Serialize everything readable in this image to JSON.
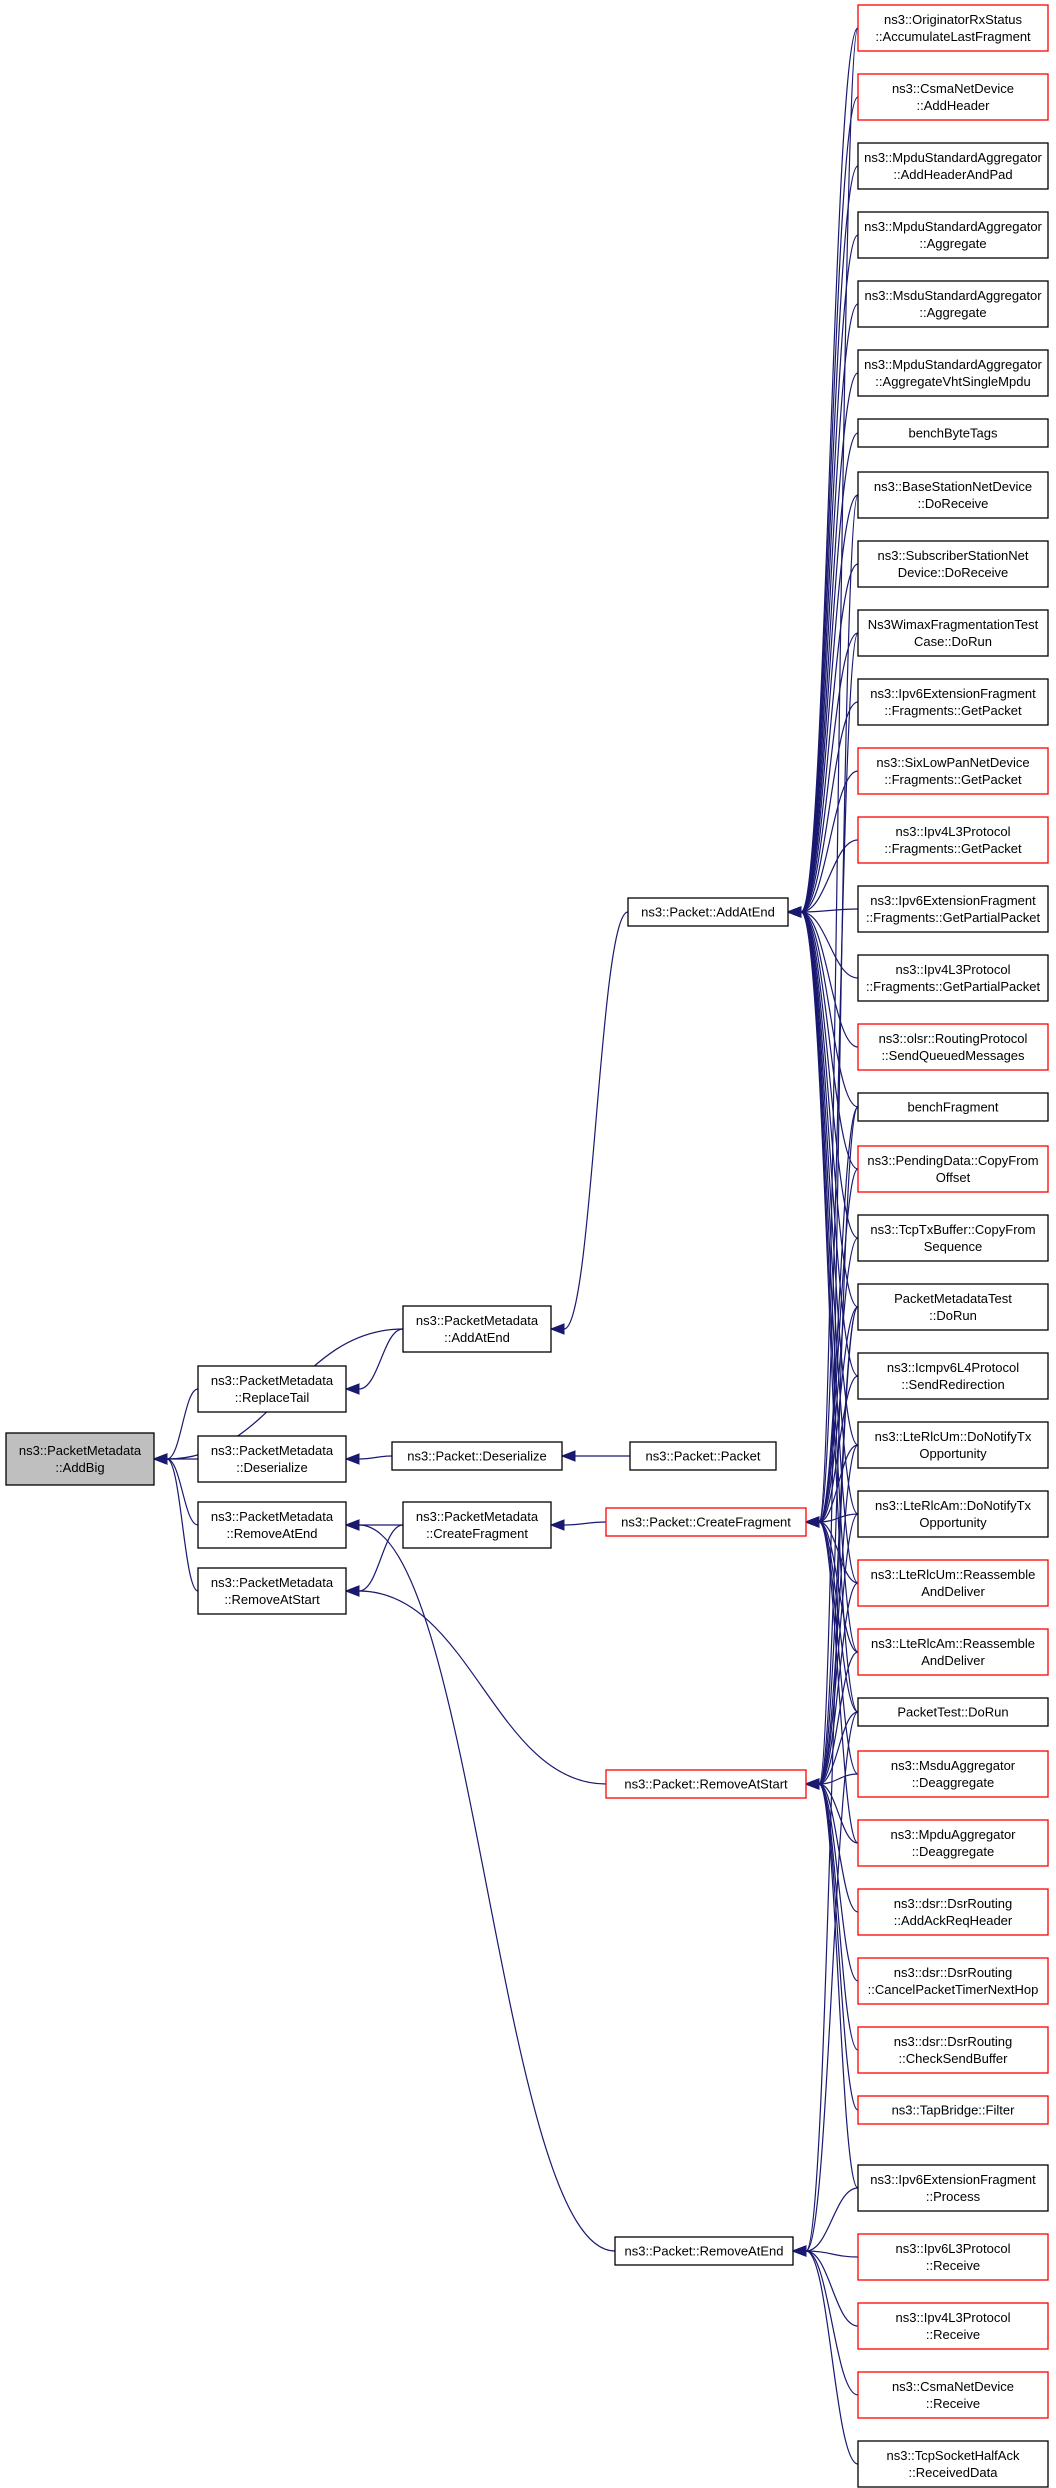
{
  "diagram": {
    "colors": {
      "edge": "#191970",
      "border_black": "#000000",
      "border_red": "#ff0000",
      "root_fill": "#bfbfbf"
    },
    "nodes": [
      {
        "id": "addbig",
        "lines": [
          "ns3::PacketMetadata",
          "::AddBig"
        ],
        "border": "black",
        "root": true
      },
      {
        "id": "pm_replacetail",
        "lines": [
          "ns3::PacketMetadata",
          "::ReplaceTail"
        ],
        "border": "black"
      },
      {
        "id": "pm_deserialize",
        "lines": [
          "ns3::PacketMetadata",
          "::Deserialize"
        ],
        "border": "black"
      },
      {
        "id": "pm_removeatend",
        "lines": [
          "ns3::PacketMetadata",
          "::RemoveAtEnd"
        ],
        "border": "black"
      },
      {
        "id": "pm_removeatstart",
        "lines": [
          "ns3::PacketMetadata",
          "::RemoveAtStart"
        ],
        "border": "black"
      },
      {
        "id": "pm_addatend",
        "lines": [
          "ns3::PacketMetadata",
          "::AddAtEnd"
        ],
        "border": "black"
      },
      {
        "id": "p_deserialize",
        "lines": [
          "ns3::Packet::Deserialize"
        ],
        "border": "black"
      },
      {
        "id": "pm_createfragment",
        "lines": [
          "ns3::PacketMetadata",
          "::CreateFragment"
        ],
        "border": "black"
      },
      {
        "id": "p_addatend",
        "lines": [
          "ns3::Packet::AddAtEnd"
        ],
        "border": "black"
      },
      {
        "id": "p_packet",
        "lines": [
          "ns3::Packet::Packet"
        ],
        "border": "black"
      },
      {
        "id": "p_createfragment",
        "lines": [
          "ns3::Packet::CreateFragment"
        ],
        "border": "red"
      },
      {
        "id": "p_removeatstart",
        "lines": [
          "ns3::Packet::RemoveAtStart"
        ],
        "border": "red"
      },
      {
        "id": "p_removeatend",
        "lines": [
          "ns3::Packet::RemoveAtEnd"
        ],
        "border": "black"
      },
      {
        "id": "r0",
        "lines": [
          "ns3::OriginatorRxStatus",
          "::AccumulateLastFragment"
        ],
        "border": "red"
      },
      {
        "id": "r1",
        "lines": [
          "ns3::CsmaNetDevice",
          "::AddHeader"
        ],
        "border": "red"
      },
      {
        "id": "r2",
        "lines": [
          "ns3::MpduStandardAggregator",
          "::AddHeaderAndPad"
        ],
        "border": "black"
      },
      {
        "id": "r3",
        "lines": [
          "ns3::MpduStandardAggregator",
          "::Aggregate"
        ],
        "border": "black"
      },
      {
        "id": "r4",
        "lines": [
          "ns3::MsduStandardAggregator",
          "::Aggregate"
        ],
        "border": "black"
      },
      {
        "id": "r5",
        "lines": [
          "ns3::MpduStandardAggregator",
          "::AggregateVhtSingleMpdu"
        ],
        "border": "black"
      },
      {
        "id": "r6",
        "lines": [
          "benchByteTags"
        ],
        "border": "black"
      },
      {
        "id": "r7",
        "lines": [
          "ns3::BaseStationNetDevice",
          "::DoReceive"
        ],
        "border": "black"
      },
      {
        "id": "r8",
        "lines": [
          "ns3::SubscriberStationNet",
          "Device::DoReceive"
        ],
        "border": "black"
      },
      {
        "id": "r9",
        "lines": [
          "Ns3WimaxFragmentationTest",
          "Case::DoRun"
        ],
        "border": "black"
      },
      {
        "id": "r10",
        "lines": [
          "ns3::Ipv6ExtensionFragment",
          "::Fragments::GetPacket"
        ],
        "border": "black"
      },
      {
        "id": "r11",
        "lines": [
          "ns3::SixLowPanNetDevice",
          "::Fragments::GetPacket"
        ],
        "border": "red"
      },
      {
        "id": "r12",
        "lines": [
          "ns3::Ipv4L3Protocol",
          "::Fragments::GetPacket"
        ],
        "border": "red"
      },
      {
        "id": "r13",
        "lines": [
          "ns3::Ipv6ExtensionFragment",
          "::Fragments::GetPartialPacket"
        ],
        "border": "black"
      },
      {
        "id": "r14",
        "lines": [
          "ns3::Ipv4L3Protocol",
          "::Fragments::GetPartialPacket"
        ],
        "border": "black"
      },
      {
        "id": "r15",
        "lines": [
          "ns3::olsr::RoutingProtocol",
          "::SendQueuedMessages"
        ],
        "border": "red"
      },
      {
        "id": "r16",
        "lines": [
          "benchFragment"
        ],
        "border": "black"
      },
      {
        "id": "r17",
        "lines": [
          "ns3::PendingData::CopyFrom",
          "Offset"
        ],
        "border": "red"
      },
      {
        "id": "r18",
        "lines": [
          "ns3::TcpTxBuffer::CopyFrom",
          "Sequence"
        ],
        "border": "black"
      },
      {
        "id": "r19",
        "lines": [
          "PacketMetadataTest",
          "::DoRun"
        ],
        "border": "black"
      },
      {
        "id": "r20",
        "lines": [
          "ns3::Icmpv6L4Protocol",
          "::SendRedirection"
        ],
        "border": "black"
      },
      {
        "id": "r21",
        "lines": [
          "ns3::LteRlcUm::DoNotifyTx",
          "Opportunity"
        ],
        "border": "black"
      },
      {
        "id": "r22",
        "lines": [
          "ns3::LteRlcAm::DoNotifyTx",
          "Opportunity"
        ],
        "border": "black"
      },
      {
        "id": "r23",
        "lines": [
          "ns3::LteRlcUm::Reassemble",
          "AndDeliver"
        ],
        "border": "red"
      },
      {
        "id": "r24",
        "lines": [
          "ns3::LteRlcAm::Reassemble",
          "AndDeliver"
        ],
        "border": "red"
      },
      {
        "id": "r25",
        "lines": [
          "PacketTest::DoRun"
        ],
        "border": "black"
      },
      {
        "id": "r26",
        "lines": [
          "ns3::MsduAggregator",
          "::Deaggregate"
        ],
        "border": "red"
      },
      {
        "id": "r27",
        "lines": [
          "ns3::MpduAggregator",
          "::Deaggregate"
        ],
        "border": "red"
      },
      {
        "id": "r28",
        "lines": [
          "ns3::dsr::DsrRouting",
          "::AddAckReqHeader"
        ],
        "border": "red"
      },
      {
        "id": "r29",
        "lines": [
          "ns3::dsr::DsrRouting",
          "::CancelPacketTimerNextHop"
        ],
        "border": "red"
      },
      {
        "id": "r30",
        "lines": [
          "ns3::dsr::DsrRouting",
          "::CheckSendBuffer"
        ],
        "border": "red"
      },
      {
        "id": "r31",
        "lines": [
          "ns3::TapBridge::Filter"
        ],
        "border": "red"
      },
      {
        "id": "r32",
        "lines": [
          "ns3::Ipv6ExtensionFragment",
          "::Process"
        ],
        "border": "black"
      },
      {
        "id": "r33",
        "lines": [
          "ns3::Ipv6L3Protocol",
          "::Receive"
        ],
        "border": "red"
      },
      {
        "id": "r34",
        "lines": [
          "ns3::Ipv4L3Protocol",
          "::Receive"
        ],
        "border": "red"
      },
      {
        "id": "r35",
        "lines": [
          "ns3::CsmaNetDevice",
          "::Receive"
        ],
        "border": "red"
      },
      {
        "id": "r36",
        "lines": [
          "ns3::TcpSocketHalfAck",
          "::ReceivedData"
        ],
        "border": "black"
      }
    ],
    "edges": [
      [
        "pm_addatend",
        "addbig"
      ],
      [
        "pm_replacetail",
        "addbig"
      ],
      [
        "pm_deserialize",
        "addbig"
      ],
      [
        "pm_removeatend",
        "addbig"
      ],
      [
        "pm_removeatstart",
        "addbig"
      ],
      [
        "p_addatend",
        "pm_addatend"
      ],
      [
        "pm_addatend",
        "pm_replacetail"
      ],
      [
        "p_deserialize",
        "pm_deserialize"
      ],
      [
        "p_packet",
        "p_deserialize"
      ],
      [
        "pm_createfragment",
        "pm_removeatend"
      ],
      [
        "p_removeatend",
        "pm_removeatend"
      ],
      [
        "pm_createfragment",
        "pm_removeatstart"
      ],
      [
        "p_removeatstart",
        "pm_removeatstart"
      ],
      [
        "p_createfragment",
        "pm_createfragment"
      ],
      [
        "r0",
        "p_addatend"
      ],
      [
        "r1",
        "p_addatend"
      ],
      [
        "r2",
        "p_addatend"
      ],
      [
        "r3",
        "p_addatend"
      ],
      [
        "r4",
        "p_addatend"
      ],
      [
        "r5",
        "p_addatend"
      ],
      [
        "r6",
        "p_addatend"
      ],
      [
        "r7",
        "p_addatend"
      ],
      [
        "r8",
        "p_addatend"
      ],
      [
        "r9",
        "p_addatend"
      ],
      [
        "r10",
        "p_addatend"
      ],
      [
        "r11",
        "p_addatend"
      ],
      [
        "r12",
        "p_addatend"
      ],
      [
        "r13",
        "p_addatend"
      ],
      [
        "r14",
        "p_addatend"
      ],
      [
        "r15",
        "p_addatend"
      ],
      [
        "r16",
        "p_addatend"
      ],
      [
        "r17",
        "p_addatend"
      ],
      [
        "r18",
        "p_addatend"
      ],
      [
        "r19",
        "p_addatend"
      ],
      [
        "r20",
        "p_addatend"
      ],
      [
        "r21",
        "p_addatend"
      ],
      [
        "r22",
        "p_addatend"
      ],
      [
        "r23",
        "p_addatend"
      ],
      [
        "r24",
        "p_addatend"
      ],
      [
        "r25",
        "p_addatend"
      ],
      [
        "r0",
        "p_createfragment"
      ],
      [
        "r9",
        "p_createfragment"
      ],
      [
        "r16",
        "p_createfragment"
      ],
      [
        "r17",
        "p_createfragment"
      ],
      [
        "r18",
        "p_createfragment"
      ],
      [
        "r19",
        "p_createfragment"
      ],
      [
        "r20",
        "p_createfragment"
      ],
      [
        "r21",
        "p_createfragment"
      ],
      [
        "r22",
        "p_createfragment"
      ],
      [
        "r23",
        "p_createfragment"
      ],
      [
        "r24",
        "p_createfragment"
      ],
      [
        "r25",
        "p_createfragment"
      ],
      [
        "r26",
        "p_createfragment"
      ],
      [
        "r27",
        "p_createfragment"
      ],
      [
        "r7",
        "p_removeatstart"
      ],
      [
        "r16",
        "p_removeatstart"
      ],
      [
        "r19",
        "p_removeatstart"
      ],
      [
        "r21",
        "p_removeatstart"
      ],
      [
        "r22",
        "p_removeatstart"
      ],
      [
        "r23",
        "p_removeatstart"
      ],
      [
        "r24",
        "p_removeatstart"
      ],
      [
        "r25",
        "p_removeatstart"
      ],
      [
        "r26",
        "p_removeatstart"
      ],
      [
        "r27",
        "p_removeatstart"
      ],
      [
        "r28",
        "p_removeatstart"
      ],
      [
        "r29",
        "p_removeatstart"
      ],
      [
        "r30",
        "p_removeatstart"
      ],
      [
        "r31",
        "p_removeatstart"
      ],
      [
        "r32",
        "p_removeatstart"
      ],
      [
        "r19",
        "p_removeatend"
      ],
      [
        "r25",
        "p_removeatend"
      ],
      [
        "r32",
        "p_removeatend"
      ],
      [
        "r33",
        "p_removeatend"
      ],
      [
        "r34",
        "p_removeatend"
      ],
      [
        "r35",
        "p_removeatend"
      ],
      [
        "r36",
        "p_removeatend"
      ]
    ]
  }
}
